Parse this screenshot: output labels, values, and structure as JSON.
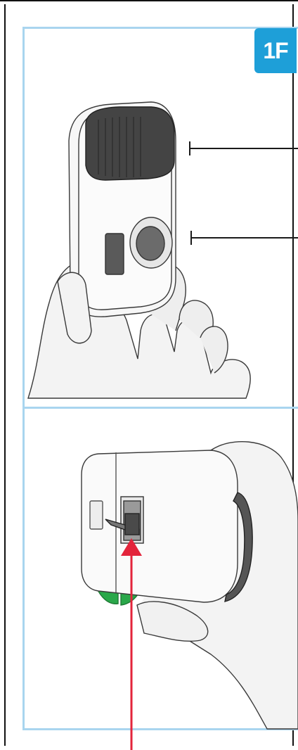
{
  "step": {
    "label": "1F"
  },
  "colors": {
    "frame": "#a9d5ef",
    "badge": "#1e9fd8",
    "arrow": "#e3243b",
    "indicator": "#2aa84a"
  },
  "icons": [
    "hand-holding-inhaler-illustration",
    "inhaler-counter-closeup-illustration",
    "red-arrow"
  ]
}
